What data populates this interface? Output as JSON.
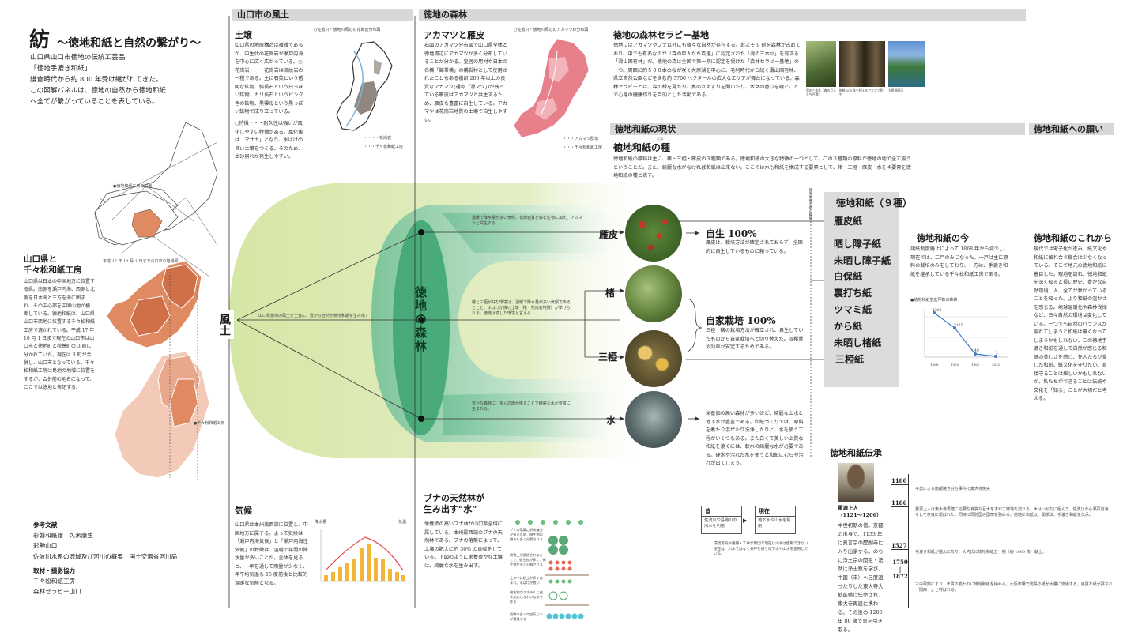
{
  "title": {
    "kanji": "紡",
    "subtitle": "〜徳地和紙と自然の繋がり〜"
  },
  "intro": [
    "山口県山口市徳地の伝統工芸品",
    "「徳地手漉き和紙」",
    "鎌倉時代から約 800 年受け継がれてきた。",
    "この図解パネルは、徳地の自然から徳地和紙",
    "へ全てが繋がっていることを表している。"
  ],
  "workshop": {
    "title": "山口県と\n千々松和紙工房",
    "body": "山口県は日本の中国地方に位置する県。南側を瀬戸内海、西側と北側を日本海と三方を海に囲まれ、その中心部を中国山地が横断している。徳地和紙は、山口県山口市西地に位置する千々松和紙工房で漉かれている。平成 17 年 10 月 1 日まで現在の山口市は山口市と徳地町と秋穂町の 3 町に分かれていた。現在は 3 町が合併し、山口市となっている。千々松和紙工房は島地の地域に位置をするが、合併前の地名になって、ここでは徳地と表記する。",
    "map_caption1": "●徳地和紙工房の位置",
    "map_caption2": "平成 17 年 10 月 1 日まで山口市の地域図",
    "map_caption3": "●千々松和紙工房"
  },
  "references": {
    "title": "参考文献",
    "items": [
      "彩磐和紙譜　久米康生",
      "彩艶山口",
      "佐波川水系の流域及び河川の概要　国土交通省河川局"
    ],
    "coop_title": "取材・撮影協力",
    "coop_items": [
      "千々松和紙工房",
      "森林セラピー山口"
    ]
  },
  "climate_region": {
    "bar": "山口市の風土",
    "soil_title": "土壌",
    "soil_body": "山口県の地層構造は複雑であるが、中生代の花崗岩が瀬戸内海を中心に広く広がっている。○花崗岩・・・花崗岩は流紋岩の一種である。主に石英という透明な鉱物、斜長石という白っぽい鉱物、カリ長石というピンク色の鉱物、黒雲母という黒っぽい鉱物で成り立っている。",
    "soil_body2": "○特徴・・・耐久性は強いが風化しやすい特徴がある。風化後は「マサ土」となり、水はけの良い土壌をつくる。そのため、土砂崩れが発生しやすい。",
    "soil_map_caption": "○佐波川・徳地川周辺の花崗岩分布図",
    "soil_legend1": "・・・・花崗岩",
    "soil_legend2": "・・・千々松和紙工房",
    "fudo": "風土",
    "center_text": "山口県徳地の風土を土台に、豊かな自然が徳地和紙を生み出す",
    "kiko_title": "気候",
    "kiko_body": "山口県は本州南西部に位置し、中国地方に属する。よって気候は「瀬戸内海気候」と「瀬戸内海性気候」の特徴は、温暖で年間の降水量が多いことだ。全体を見ると、一年を通して雨量が少なく、年平均気温も 15 度前後と比較的温暖な気候となる。",
    "chart_label_left": "降水量",
    "chart_label_right": "気温"
  },
  "forest": {
    "bar": "徳地の森林",
    "akamatsu_title": "アカマツと雁皮",
    "akamatsu_body": "右図のアカマツ分布図で山口県全体と徳地周辺にアカマツが多く分布していることが分かる。皇居の用材や日本の名橋「錦帯橋」の橋脚材として使用されたこともある樹齢 200 年以上の良質なアカマツ(通称「滑マツ」)が残っている雁皮はアカマツと共生するため、雁皮も豊富に自生している。アカマツは花崗岩地質の土壌で自生しやすい。",
    "akamatsu_map_caption": "○佐波川・徳地川周辺のアカマツ林分布図",
    "akamatsu_legend1": "・・・アカマツ群落",
    "akamatsu_legend2": "・・・千々松和紙工房",
    "center_label": "徳地の森林",
    "branch_top": "温暖で降水量が多い気候、花崗岩質を好む生物に加え、アカマツと共生する",
    "branch_mid": "楮と三椏が好む環境は、温暖で降水量が多い気候であることと、水はけが良い土壌（楮・花崗岩地質）が挙げられる。徳地は適した環境と言える",
    "branch_bot": "豊かな森林に、多くの雨が降ることで綺麗な水が豊富に生まれる。",
    "buna_title": "ブナの天然林が\n生み出す“水”",
    "buna_body": "栄養価の高いブナ林が山口県全域に属している。本州最西端のブナの天然林である。ブナの落葉によって、土壌の肥大に約 30% の貢献をしている。下図のように栄養豊かな土壌は、綺麗な水を生み出す。",
    "buna_steps": [
      "ブナの落葉に好栄養分が多いため、微生物の働きも多く分解される",
      "腐食土が腐植されることで、微生物が多く、微生物が多く分解される",
      "土の中に粘土が多く含まれ、水はけが良い",
      "微生物がミネラルに化学反応しきれいな水を作る",
      "雨降の多くの空気に水が浸透する"
    ]
  },
  "therapy": {
    "title": "徳地の森林セラピー基地",
    "body": "徳地にはアカマツやブナ以外にも様々な自然が存在する。およそ 9 割を森林が占めており、中でも有名なのが「森の巨人たち百選」に認定された「滑の三本杉」を有する「滑山国有林」だ。徳地の森は全国で第一期に認定を受けた「森林セラピー基地」の一つ。周囲に約５００本の桜が咲く大原湖を中心に、毛利時代から続く滑山国有林、県立自然公園などを含む約 3700 ヘクタールの広大なエリアが舞台になっている。森林セラピーとは、森の緑を見たり、鳥のさえずりを聞いたり、木々の香りを嗅ぐことで心身の健康作りを目的とした活動である。",
    "photo_captions": [
      "滑の三本杉（森の巨人たち百選）",
      "樹齢 200 年を超えるアカマツ群生",
      "大原湖周辺"
    ]
  },
  "status": {
    "bar": "徳地和紙の現状",
    "seed_title": "徳地和紙の種",
    "seed_ruby": "たね",
    "seed_body": "徳地和紙の原料は主に、楮・三椏・雁皮の３種類である。徳地和紙の大きな特徴の一つとして、この３種類の原料が徳地の地で全て揃うということだ。また、綺麗な水がなければ和紙は出来ない。ここでは水も和紙を構成する要素として、楮・三椏・雁皮・水を４要素を徳地和紙の種と表す。",
    "ganpi": "雁皮",
    "kozo": "楮",
    "mitsumata": "三椏",
    "water": "水",
    "wild_title": "自生 100%",
    "wild_body": "雁皮は、栽培方法が確定されておらず、全国的に自生しているものに頼っている。",
    "farm_title": "自家栽培 100%",
    "farm_body": "三椏・楮の栽培方法が確立され、自生していたものから自家栽培へと切り替えた。収穫量や効率が安定するためである。",
    "water_body": "栄養価の高い森林が多いほど、綺麗な山水と地下水が豊富である。和紙づくりでは、原料を煮たり混ぜたり洗浄したりと、水を使う工程がいくつもある。また白くて美しい上質な和紙を漉くには、軟水の綺麗な水が必要である。硬水や汚れた水を使うと和紙にむらや汚れが出てしまう。",
    "then_label": "昔",
    "then_body": "佐波川や島地川の川水を利用",
    "now_label": "現在",
    "now_body": "地下水や山水を利用",
    "change_note": "環境汚染や整備・工事が原因で現在は川水は使用できない現在は、川水ではなく井戸を掘り地下水や山水を使用している。",
    "vertical_note": "徳地和紙の紙の種類",
    "kinds_title": "徳地和紙（９種）",
    "kinds": [
      "雁皮紙",
      "晒し障子紙",
      "未晒し障子紙",
      "白保紙",
      "裏打ち紙",
      "ツマミ紙",
      "から紙",
      "未晒し楮紙"
    ],
    "mitsumata_paper": "三椏紙"
  },
  "now": {
    "title": "徳地和紙の今",
    "body": "諸紙制度廃止によって 1868 年から減少し、現在では、二戸のみになった。一戸は主に原料の栽培のみをしており、一方は、手漉き和紙を継承している千々松和紙工房である。",
    "chart_caption": "●徳地和紙生産戸数の推移",
    "values": [
      "4368",
      "2115",
      "49",
      "2"
    ],
    "years": [
      "1868",
      "1925",
      "1962",
      "2022"
    ]
  },
  "wish": {
    "bar": "徳地和紙への願い",
    "title": "徳地和紙のこれから",
    "body": "現代では電子化が進み、紙文化や和紙に触れ合う機会は少なくなっている。そこで地元の徳地和紙に着目した。現地を訪れ、徳地和紙を深く知ると長い歴史、豊かな自然環境、人、全てが繋がっていることを知った。より和紙の温かさを感じる。地球温暖化や森林伐採など、日々自然の環境は変化している。一つでも自然のバランスが崩れてしまうと和紙は無くなってしまうかもしれない。この徳地手漉き和紙を通して自然が感じる和紙の美しさを感じ、先人たちが愛した和紙、紙文化を守りたい。直接守ることは難しいかもしれないが、私たちができることは伝統や文化を「知る」ことが大切だと考える。"
  },
  "heritage": {
    "title": "徳地和紙伝承",
    "person": "重源上人\n（1121〜1206）",
    "person_body": "中世初期の僧。京都の出身で、1133 年に真言宗の醍醐寺に入り出家する。のちに浄土宗の開祖・法然に浄土教を学び、中国（宋）へ三度渡ったりした東大寺大勧進職に任命され、東大寺再建に携わる。その後の 1206 年 86 歳で息を引き取る。",
    "timeline": [
      {
        "year": "1180",
        "text": "平氏による南都焼き討ち事件で東大寺焼失"
      },
      {
        "year": "1186",
        "text": "重源上人は東大寺再建に必要な良質な巨木を求めて徳地を訪れる。木はいかだに組んで、佐波川から瀬戸内海、そして奈良に運ばれた。同時に周防国の国司を務める。徳地に和紙以、関係法、手漉き和紙を伝承。"
      },
      {
        "year": "1527",
        "text": "手漉き和紙が盛んになり、大内氏に徳地和紙五十帖（約 1000 枚）献上。"
      },
      {
        "year": "1750\n|\n1872",
        "text": "三白政策により、年貢の変わりに徳地和紙を納める。大阪市場で防長の紙が大量に流通する。良質な紙が評され「関西一」と呼ばれる。"
      }
    ]
  }
}
